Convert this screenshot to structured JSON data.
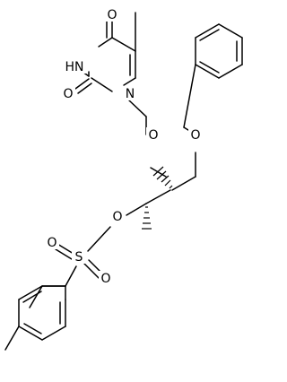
{
  "structure": {
    "atoms": {
      "carbonyl_o_top": "O",
      "carbonyl_o_left": "O",
      "ring_nh": "HN",
      "ring_n": "N",
      "ether_o_middle": "O",
      "ether_o_benzyl": "O",
      "ester_o": "O",
      "sulfur": "S",
      "sulfonyl_o_left": "O",
      "sulfonyl_o_right": "O"
    },
    "stereo": {
      "wedge_c2_o": "hashed",
      "wedge_c3_ch3": "hashed"
    }
  },
  "colors": {
    "bond": "#000000",
    "background": "#ffffff"
  }
}
